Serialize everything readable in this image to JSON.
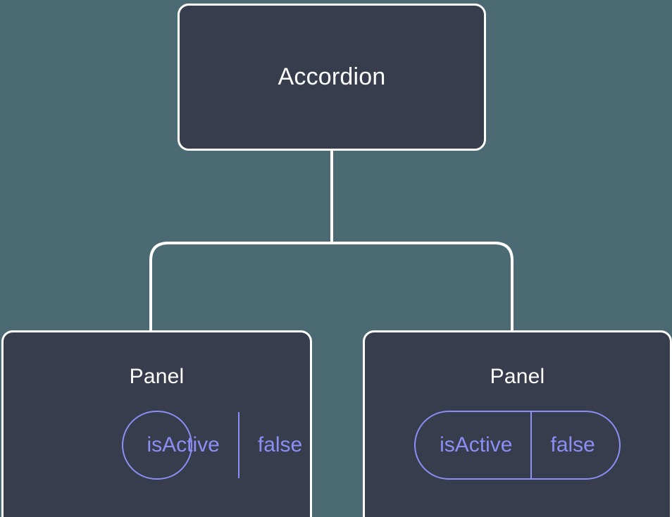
{
  "diagram": {
    "type": "component-tree",
    "background_color": "#4c6a73",
    "node_fill_color": "#373d4c",
    "node_border_color": "#ffffff",
    "edge_color": "#ffffff",
    "accent_color": "#8b8ff5",
    "root": {
      "label": "Accordion"
    },
    "children": [
      {
        "label": "Panel",
        "props": [
          {
            "key": "isActive",
            "value": "false"
          }
        ]
      },
      {
        "label": "Panel",
        "props": [
          {
            "key": "isActive",
            "value": "false"
          }
        ]
      }
    ]
  }
}
